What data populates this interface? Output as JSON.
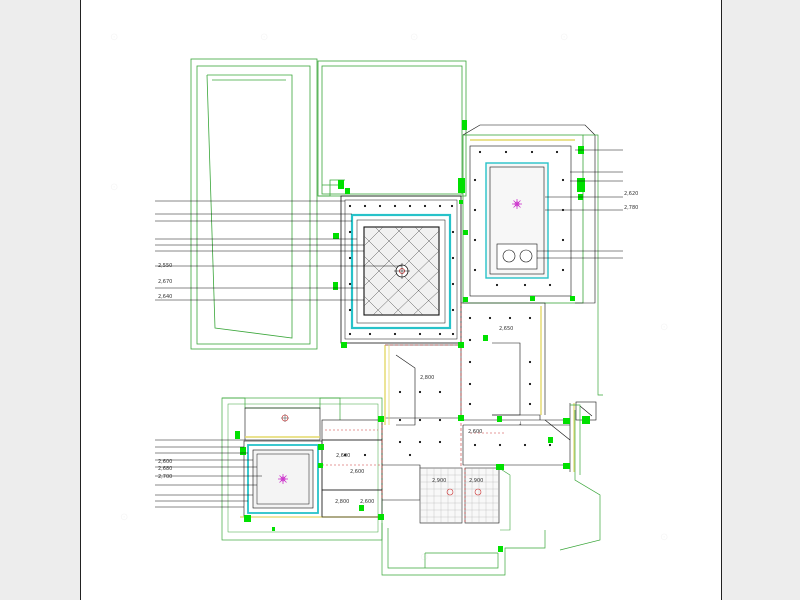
{
  "colors": {
    "wall": "#3aa63a",
    "column": "#00e000",
    "accent_cyan": "#27c2c9",
    "yellow": "#e3d86a",
    "magenta": "#cc33cc",
    "red": "#cc3333",
    "line": "#111111"
  },
  "dims": {
    "mid_a": "2,650",
    "mid_b": "2,800",
    "mid_c": "2,600",
    "low_a": "2,600",
    "low_b": "2,600",
    "low_c": "2,900",
    "low_d": "2,900",
    "low_e": "2,800",
    "low_f": "2,600"
  },
  "left_callouts_top": [
    "",
    ""
  ],
  "left_callouts_mid": [
    "2,550",
    "2,670",
    "2,640"
  ],
  "right_callouts": [
    "2,620",
    "2,780"
  ],
  "left_callouts_bottom": [
    "2,600",
    "2,680",
    "2,700"
  ],
  "icons": {
    "ceiling_fan": "flower-icon",
    "downlight": "dot-icon",
    "hood": "double-burner-icon"
  }
}
